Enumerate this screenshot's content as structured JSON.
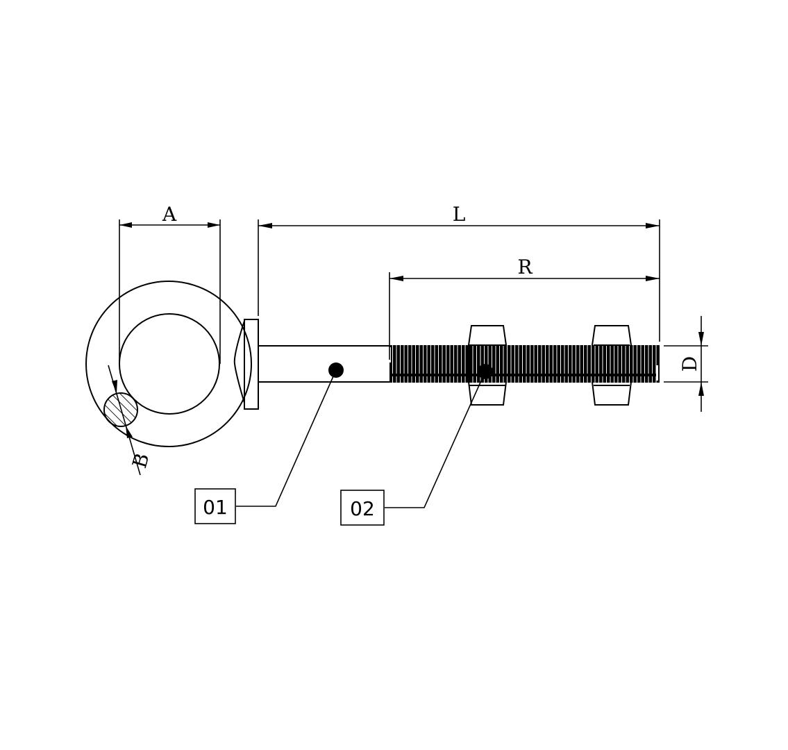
{
  "drawing": {
    "subject": "Eye bolt with hex nuts",
    "dimensions": {
      "A": "A",
      "B": "B",
      "L": "L",
      "R": "R",
      "D": "D"
    },
    "callouts": [
      {
        "id": "01",
        "label": "01"
      },
      {
        "id": "02",
        "label": "02"
      }
    ],
    "colors": {
      "line": "#000000",
      "background": "#ffffff"
    }
  }
}
